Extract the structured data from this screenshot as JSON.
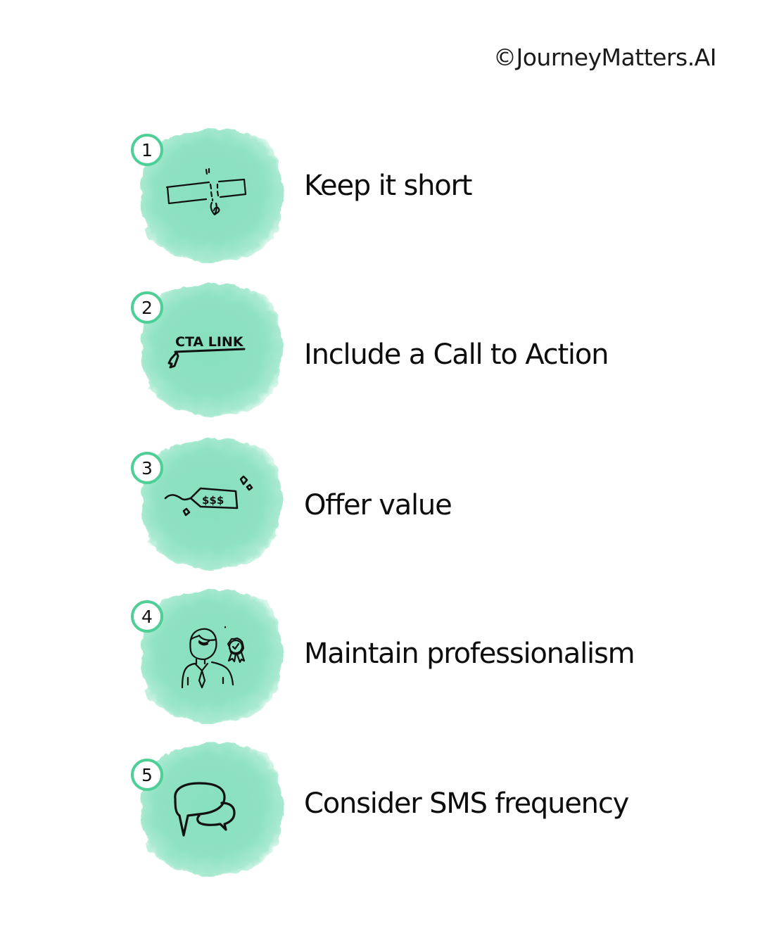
{
  "header": {
    "copyright": "©JourneyMatters.AI"
  },
  "colors": {
    "blob": "#8fe2c2",
    "badge_ring": "#4ecf97",
    "text": "#0d0d0d",
    "background": "#ffffff"
  },
  "tips": [
    {
      "number": "1",
      "label": "Keep it short",
      "icon": "scissors-cut-bar-icon"
    },
    {
      "number": "2",
      "label": "Include a Call to Action",
      "icon": "cta-link-cursor-icon"
    },
    {
      "number": "3",
      "label": "Offer value",
      "icon": "price-tag-icon"
    },
    {
      "number": "4",
      "label": "Maintain professionalism",
      "icon": "professional-badge-icon"
    },
    {
      "number": "5",
      "label": "Consider SMS frequency",
      "icon": "chat-bubbles-icon"
    }
  ],
  "icons": {
    "cta_text": "CTA LINK",
    "tag_text": "$$$"
  }
}
